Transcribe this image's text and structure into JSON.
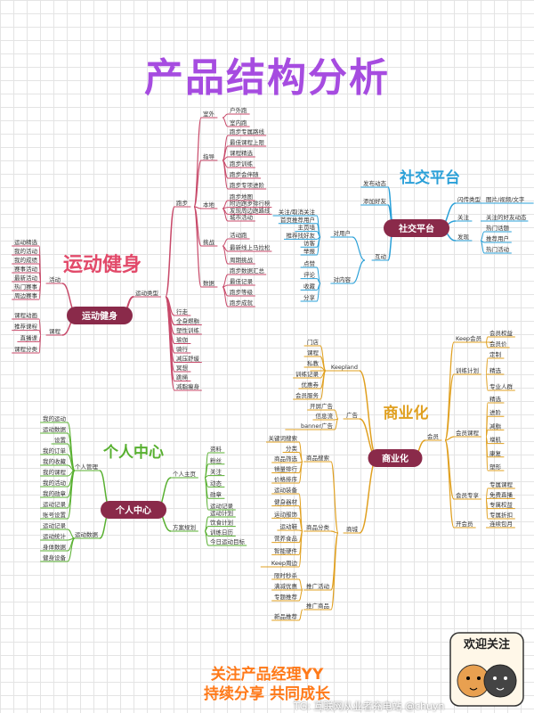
{
  "title": "产品结构分析",
  "footer": {
    "line1": "关注产品经理YY",
    "line2": "持续分享  共同成长",
    "watermark": "TG: 互联网从业者充电站 @chuyn",
    "sticker": "欢迎关注"
  },
  "branches": [
    {
      "id": "fitness",
      "root": "运动健身",
      "label": "运动健身",
      "color": "#8a2a4a",
      "label_color": "#e24a6a",
      "groups": [
        {
          "name": "运动类型",
          "children": [
            {
              "name": "跑步",
              "children": [
                {
                  "name": "室外",
                  "children": [
                    "户外跑",
                    "室内跑"
                  ]
                },
                {
                  "name": "指导",
                  "children": [
                    "跑步专属路线",
                    "最佳课程上限",
                    "课程精选",
                    "跑步训练",
                    "跑步会伴随",
                    "跑步专项进阶"
                  ]
                },
                {
                  "name": "本地",
                  "children": [
                    "跑步地图",
                    "附近跑步排行榜",
                    "发现周边跑路线",
                    "城市活动"
                  ]
                },
                {
                  "name": "挑战",
                  "children": [
                    "活动跑",
                    "最新线上马拉松",
                    "周期挑战"
                  ]
                },
                {
                  "name": "数据",
                  "children": [
                    "跑步数据汇总",
                    "最佳记录",
                    "跑步等级",
                    "跑步成就"
                  ]
                }
              ]
            },
            {
              "name": "行走",
              "children": []
            },
            {
              "name": "全身燃脂",
              "children": []
            },
            {
              "name": "塑性训练",
              "children": []
            },
            {
              "name": "瑜伽",
              "children": []
            },
            {
              "name": "骑行",
              "children": []
            },
            {
              "name": "减压舒缓",
              "children": []
            },
            {
              "name": "冥想",
              "children": []
            },
            {
              "name": "跳绳",
              "children": []
            },
            {
              "name": "减脂瘦身",
              "children": []
            }
          ]
        },
        {
          "name": "活动",
          "children": [
            "运动精选",
            "我的活动",
            "我的成绩",
            "赛事活动",
            "最新活动",
            "热门赛事",
            "周边赛事"
          ]
        },
        {
          "name": "课程",
          "children": [
            "课程动画",
            "推荐课程",
            "直播课",
            "课程分类"
          ]
        }
      ]
    },
    {
      "id": "social",
      "root": "社交平台",
      "label": "社交平台",
      "color": "#8a2a4a",
      "label_color": "#2aa0d8",
      "groups": [
        {
          "name": "发布动态",
          "children": []
        },
        {
          "name": "添加好友",
          "children": []
        },
        {
          "name": "互动",
          "children": [
            {
              "name": "对用户",
              "children": [
                "关注/取消关注",
                "首页推荐用户",
                "主页墙",
                "推荐找好友",
                "访客",
                "举报"
              ]
            },
            {
              "name": "对内容",
              "children": [
                "点赞",
                "评论",
                "收藏",
                "分享"
              ]
            }
          ]
        },
        {
          "name": "闪传类型",
          "children": [
            "图片/视频/文字"
          ]
        },
        {
          "name": "关注",
          "children": [
            "关注的好友动态"
          ]
        },
        {
          "name": "发现",
          "children": [
            "热门话题",
            "推荐用户",
            "热门活动"
          ]
        }
      ]
    },
    {
      "id": "commerce",
      "root": "商业化",
      "label": "商业化",
      "color": "#8a2a4a",
      "label_color": "#e0a020",
      "groups": [
        {
          "name": "Keepland",
          "children": [
            "门店",
            "课程",
            "私教",
            "训练记录",
            "优惠券",
            "会员服务"
          ]
        },
        {
          "name": "广告",
          "children": [
            "开屏广告",
            "信息流",
            "banner广告"
          ]
        },
        {
          "name": "商城",
          "children": [
            {
              "name": "商品搜索",
              "children": [
                "关键词搜索",
                "分类",
                "商品筛选",
                "销量排行",
                "价格排序"
              ]
            },
            {
              "name": "商品分类",
              "children": [
                "运动装备",
                "健身器材",
                "运动服饰",
                "运动鞋",
                "营养食品",
                "智能硬件",
                "Keep周边"
              ]
            },
            {
              "name": "推广活动",
              "children": [
                "限时秒杀",
                "满减优惠",
                "专题推荐"
              ]
            },
            {
              "name": "推广商品",
              "children": [
                "新品推荐"
              ]
            }
          ]
        },
        {
          "name": "会员",
          "children": [
            {
              "name": "Keep会员",
              "children": [
                "会员权益",
                "会员价"
              ]
            },
            {
              "name": "训练计划",
              "children": [
                "定制",
                "精选",
                "专业人群"
              ]
            },
            {
              "name": "会员课程",
              "children": [
                "精选",
                "进阶",
                "减脂",
                "增肌",
                "康复",
                "塑形"
              ]
            },
            {
              "name": "会员专享",
              "children": [
                "专属课程",
                "免费直播",
                "专属权益",
                "专属折扣"
              ]
            },
            {
              "name": "开会员",
              "children": [
                "连续包月"
              ]
            }
          ]
        }
      ]
    },
    {
      "id": "personal",
      "root": "个人中心",
      "label": "个人中心",
      "color": "#8a2a4a",
      "label_color": "#58b030",
      "groups": [
        {
          "name": "个人管理",
          "children": [
            "我的运动",
            "运动数据",
            "设置",
            "我的订单",
            "我的收藏",
            "我的课程",
            "我的活动",
            "我的勋章",
            "运动记录",
            "账号设置"
          ]
        },
        {
          "name": "运动数据",
          "children": [
            "运动记录",
            "运动统计",
            "身体数据",
            "健身设备"
          ]
        },
        {
          "name": "个人主页",
          "children": [
            "资料",
            "粉丝",
            "关注",
            "动态",
            "勋章",
            "运动记录"
          ]
        },
        {
          "name": "方案规划",
          "children": [
            "运动计划",
            "饮食计划",
            "训练日历",
            "今日运动目标"
          ]
        }
      ]
    }
  ]
}
